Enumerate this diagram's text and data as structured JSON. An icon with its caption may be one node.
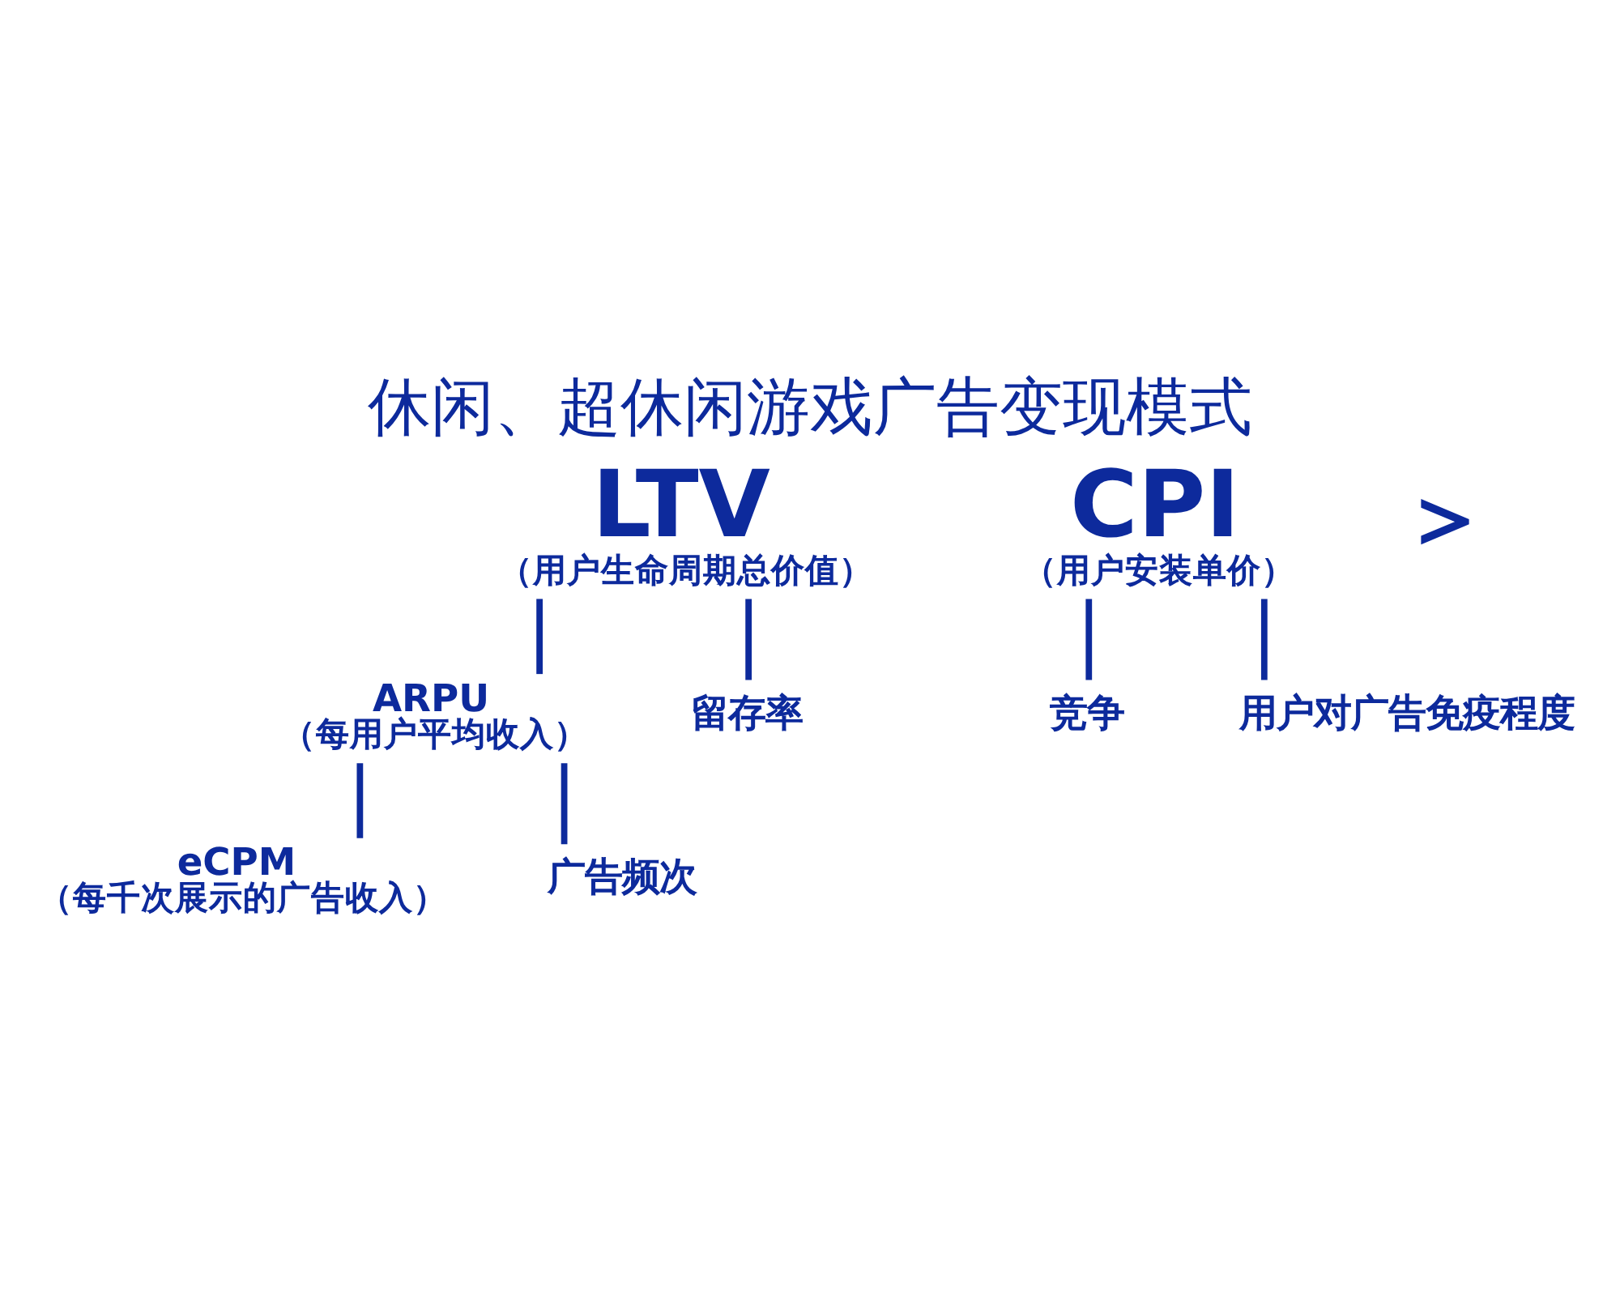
{
  "diagram": {
    "title": "休闲、超休闲游戏广告变现模式",
    "nodes": [
      {
        "text": [
          "LTV",
          "（用户生命周期总价值）"
        ]
      },
      {
        "text": [
          "CPI",
          "（用户安装单价）"
        ]
      },
      {
        "text": [
          "ARPU",
          "（每用户平均收入）"
        ]
      },
      {
        "text": [
          "留存率"
        ]
      },
      {
        "text": [
          "竞争"
        ]
      },
      {
        "text": [
          "用户对广告免疫程度"
        ]
      },
      {
        "text": [
          "eCPM",
          "（每千次展示的广告收入）"
        ]
      },
      {
        "text": [
          "广告频次"
        ]
      }
    ],
    "edges": [
      {
        "from": 0,
        "to": 2,
        "arrow": "none"
      },
      {
        "from": 0,
        "to": 3,
        "arrow": "none"
      },
      {
        "from": 1,
        "to": 4,
        "arrow": "none"
      },
      {
        "from": 1,
        "to": 5,
        "arrow": "none"
      },
      {
        "from": 2,
        "to": 6,
        "arrow": "none"
      },
      {
        "from": 2,
        "to": 7,
        "arrow": "none"
      }
    ],
    "labels": [
      "＞"
    ]
  }
}
